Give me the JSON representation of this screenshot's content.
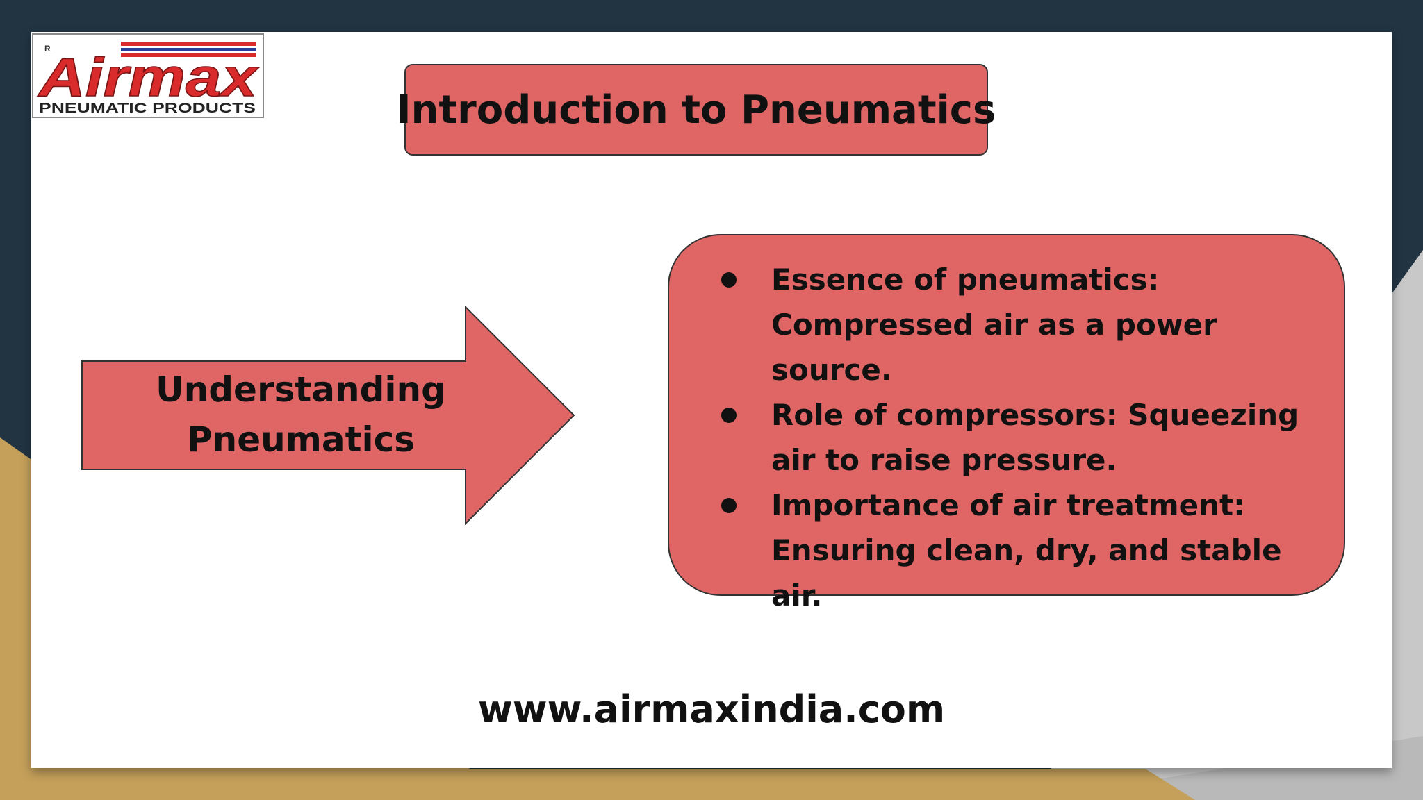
{
  "logo": {
    "brand": "Airmax",
    "tagline": "PNEUMATIC PRODUCTS",
    "registered_mark": "R"
  },
  "title": "Introduction to Pneumatics",
  "arrow": {
    "line1": "Understanding",
    "line2": "Pneumatics"
  },
  "bullets": [
    "Essence of pneumatics: Compressed air as a power source.",
    "Role of compressors: Squeezing air to raise pressure.",
    "Importance of air treatment: Ensuring clean, dry, and stable air."
  ],
  "website": "www.airmaxindia.com",
  "colors": {
    "accent": "#e06666",
    "navy": "#223442",
    "gold": "#c4a05a",
    "grey": "#b9b9b9",
    "logo_red": "#d92b2b",
    "logo_blue": "#2b3c9a"
  }
}
